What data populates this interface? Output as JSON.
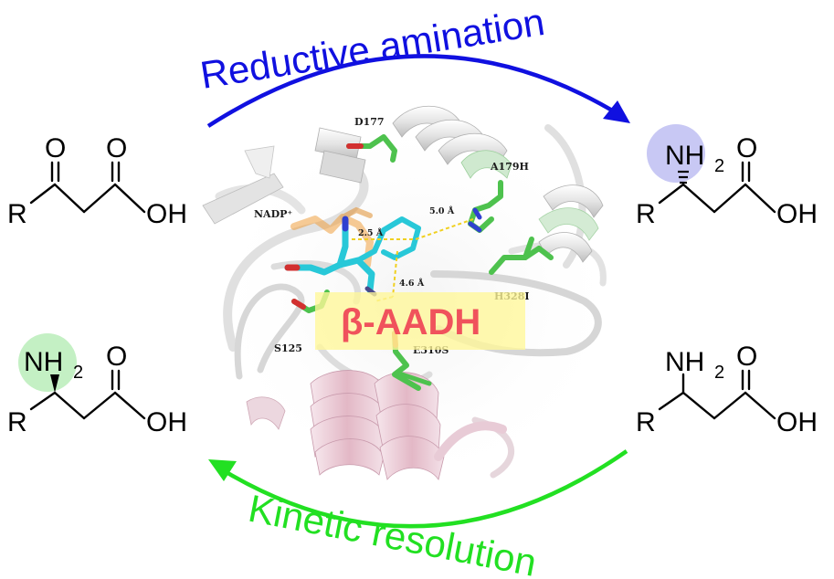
{
  "top_arc": {
    "label": "Reductive amination",
    "color": "#1010e0"
  },
  "bottom_arc": {
    "label": "Kinetic resolution",
    "color": "#22e022"
  },
  "enzyme": {
    "label": "β-AADH",
    "box_color": "#fff799",
    "text_color": "#f0525c"
  },
  "residues": {
    "d177": "D177",
    "a179h": "A179H",
    "nadp": "NADP⁺",
    "h328i": "H328I",
    "s125": "S125",
    "e310s": "E310S"
  },
  "distances": {
    "d1": "2.5 Å",
    "d2": "5.0 Å",
    "d3": "4.6 Å"
  },
  "molecules": {
    "keto_acid": {
      "o1": "O",
      "o2": "O",
      "r": "R",
      "oh": "OH"
    },
    "product_top": {
      "nh": "NH",
      "sub": "2",
      "o": "O",
      "r": "R",
      "oh": "OH",
      "highlight": "#c8c8f4"
    },
    "product_bottom_left": {
      "nh": "NH",
      "sub": "2",
      "o": "O",
      "r": "R",
      "oh": "OH",
      "highlight": "#c4f0c4"
    },
    "racemate": {
      "nh": "NH",
      "sub": "2",
      "o": "O",
      "r": "R",
      "oh": "OH"
    }
  }
}
